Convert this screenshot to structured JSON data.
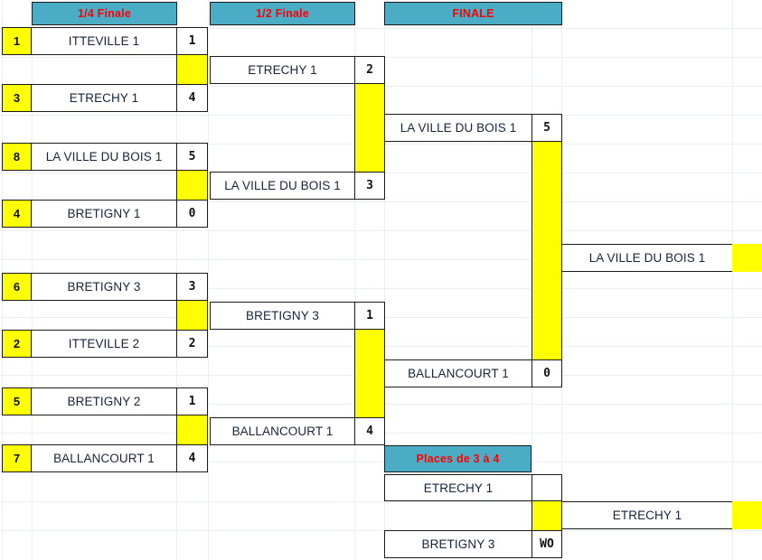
{
  "meta": {
    "colors": {
      "header_fill": "#4BACC6",
      "header_text": "#FF0000",
      "highlight": "#FFFF00",
      "border": "#1b1b1b",
      "team_text": "#16243a"
    }
  },
  "headers": {
    "quarter": "1/4 Finale",
    "semi": "1/2 Finale",
    "final": "FINALE",
    "consolation": "Places de 3 à 4"
  },
  "rounds": {
    "quarterfinals": [
      {
        "seed": "1",
        "team": "ITTEVILLE 1",
        "score": "1"
      },
      {
        "seed": "3",
        "team": "ETRECHY 1",
        "score": "4"
      },
      {
        "seed": "8",
        "team": "LA VILLE DU BOIS 1",
        "score": "5"
      },
      {
        "seed": "4",
        "team": "BRETIGNY 1",
        "score": "0"
      },
      {
        "seed": "6",
        "team": "BRETIGNY 3",
        "score": "3"
      },
      {
        "seed": "2",
        "team": "ITTEVILLE 2",
        "score": "2"
      },
      {
        "seed": "5",
        "team": "BRETIGNY 2",
        "score": "1"
      },
      {
        "seed": "7",
        "team": "BALLANCOURT 1",
        "score": "4"
      }
    ],
    "semifinals": [
      {
        "team": "ETRECHY 1",
        "score": "2"
      },
      {
        "team": "LA VILLE DU BOIS 1",
        "score": "3"
      },
      {
        "team": "BRETIGNY 3",
        "score": "1"
      },
      {
        "team": "BALLANCOURT 1",
        "score": "4"
      }
    ],
    "final": [
      {
        "team": "LA VILLE DU BOIS 1",
        "score": "5"
      },
      {
        "team": "BALLANCOURT 1",
        "score": "0"
      }
    ],
    "champion": {
      "team": "LA VILLE DU BOIS 1",
      "score": ""
    },
    "consolation": [
      {
        "team": "ETRECHY 1",
        "score": ""
      },
      {
        "team": "BRETIGNY 3",
        "score": "WO"
      }
    ],
    "third_place": {
      "team": "ETRECHY 1",
      "score": ""
    }
  }
}
